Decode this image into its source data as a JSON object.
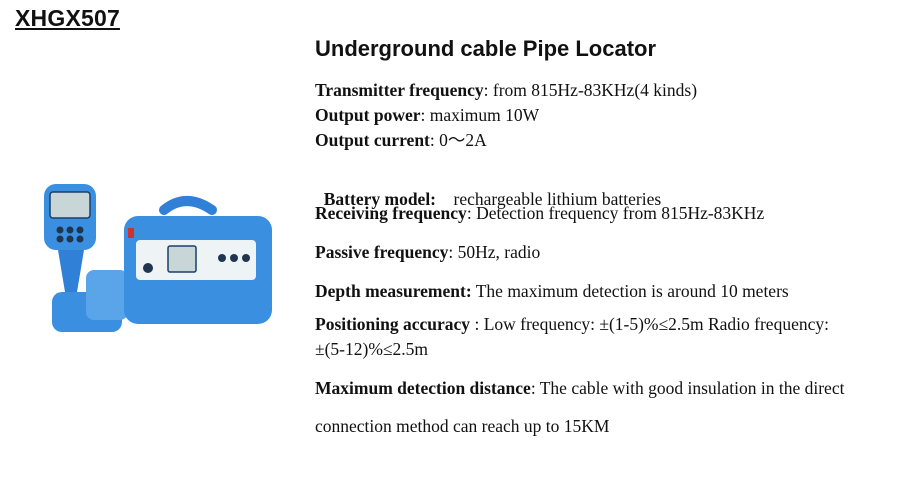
{
  "product": {
    "model": "XHGX507",
    "title": "Underground cable Pipe Locator"
  },
  "specs": [
    {
      "label": "Transmitter frequency",
      "sep": ": ",
      "value": "from 815Hz-83KHz(4 kinds)"
    },
    {
      "label": "Output power",
      "sep": ": ",
      "value": "maximum 10W"
    },
    {
      "label": "Output current",
      "sep": ": ",
      "value": "0～2A"
    },
    {
      "label": "Battery model:",
      "sep": "    ",
      "value": "rechargeable lithium batteries"
    },
    {
      "label": "Receiving frequency",
      "sep": ": ",
      "value": "Detection frequency from 815Hz-83KHz"
    },
    {
      "label": "Passive frequency",
      "sep": ": ",
      "value": "50Hz, radio"
    },
    {
      "label": "Depth measurement:",
      "sep": " ",
      "value": "The maximum detection is around 10 meters"
    },
    {
      "label": "Positioning accuracy",
      "sep": " : ",
      "value": "Low frequency: ±(1-5)%≤2.5m Radio frequency: ±(5-12)%≤2.5m"
    },
    {
      "label": "Maximum detection distance",
      "sep": ": ",
      "value": "The cable with good insulation in the direct connection method can reach up to 15KM"
    }
  ],
  "colors": {
    "device_blue": "#3a8fe0",
    "device_dark": "#1f6cc0",
    "screen": "#c9d6d8"
  }
}
